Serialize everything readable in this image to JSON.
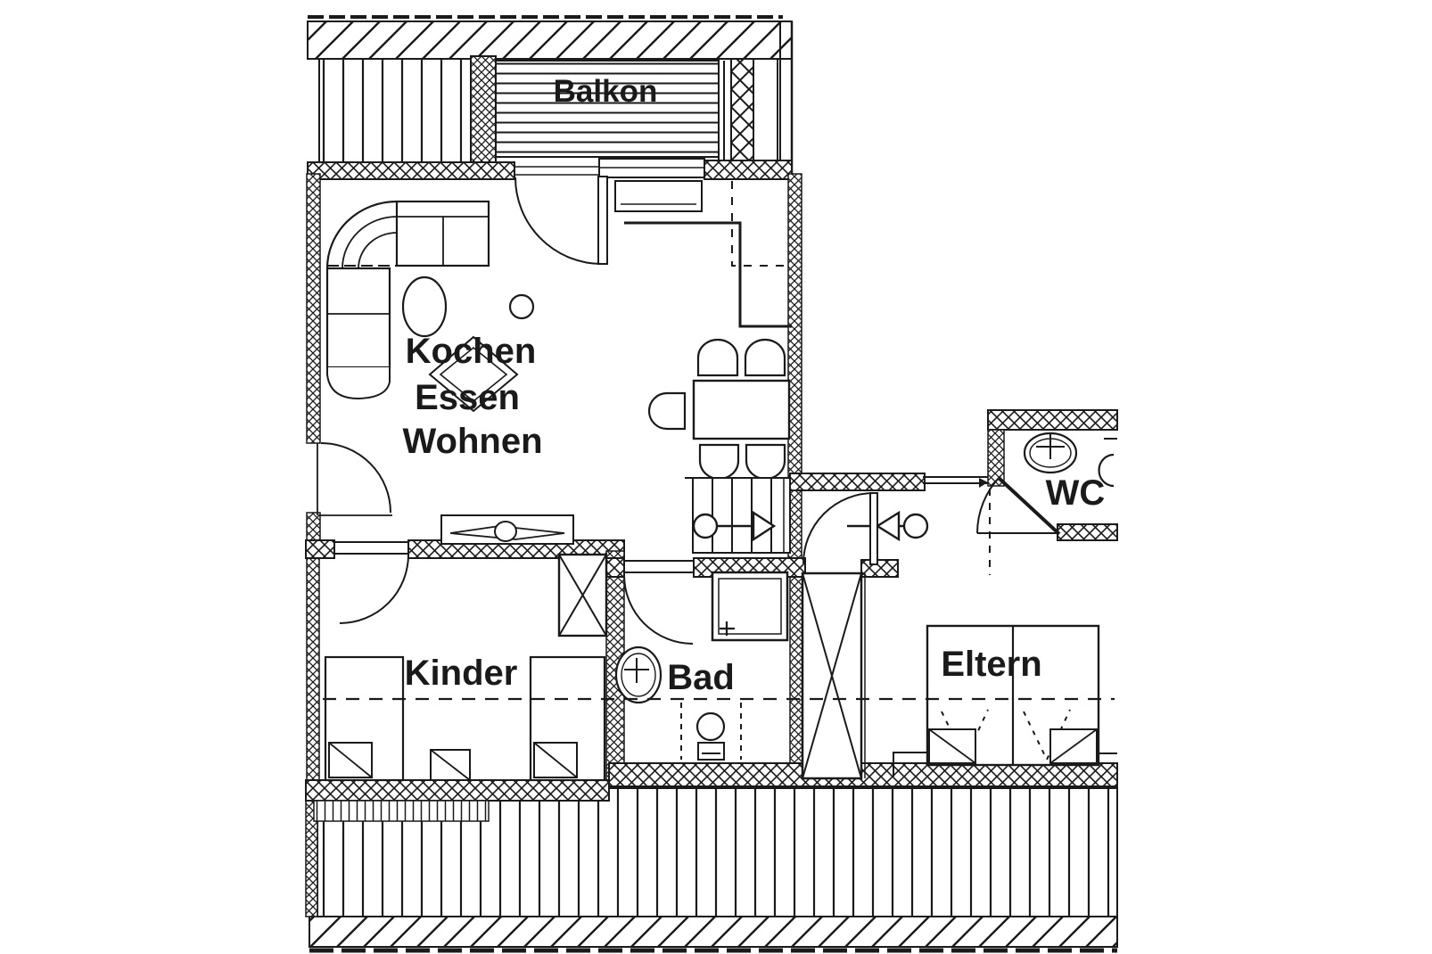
{
  "meta": {
    "type": "architectural floor plan",
    "style": "black and white scanned blueprint, attic apartment storey"
  },
  "colors": {
    "ink": "#1a1a1a",
    "paper": "#ffffff"
  },
  "labels": {
    "balkon": "Balkon",
    "kochen": "Kochen",
    "essen": "Essen",
    "wohnen": "Wohnen",
    "wc": "WC",
    "kinder": "Kinder",
    "bad": "Bad",
    "eltern": "Eltern"
  }
}
